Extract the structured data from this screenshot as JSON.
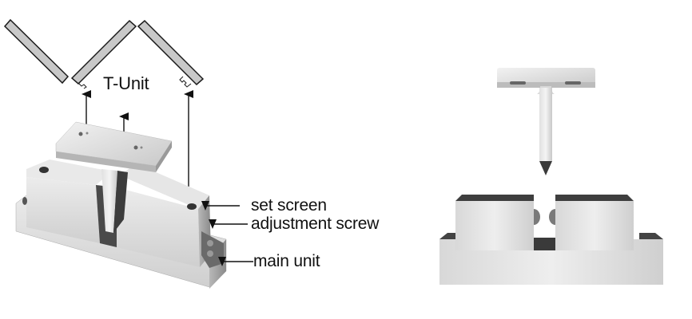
{
  "diagram": {
    "left_figure": {
      "description": "Exploded perspective view of T-unit and main unit",
      "labels": {
        "t_unit": "T-Unit",
        "set_screw": "set screen",
        "adjustment_screw": "adjustment screw",
        "main_unit": "main unit"
      }
    },
    "right_figure": {
      "description": "Front view of T-unit above main unit"
    },
    "colors": {
      "plate_fill": "#c8c8c8",
      "plate_stroke": "#1a1a1a",
      "metal_light": "#e6e6e6",
      "metal_mid": "#bdbdbd",
      "metal_dark": "#4a4a4a",
      "arrow": "#111111"
    }
  }
}
